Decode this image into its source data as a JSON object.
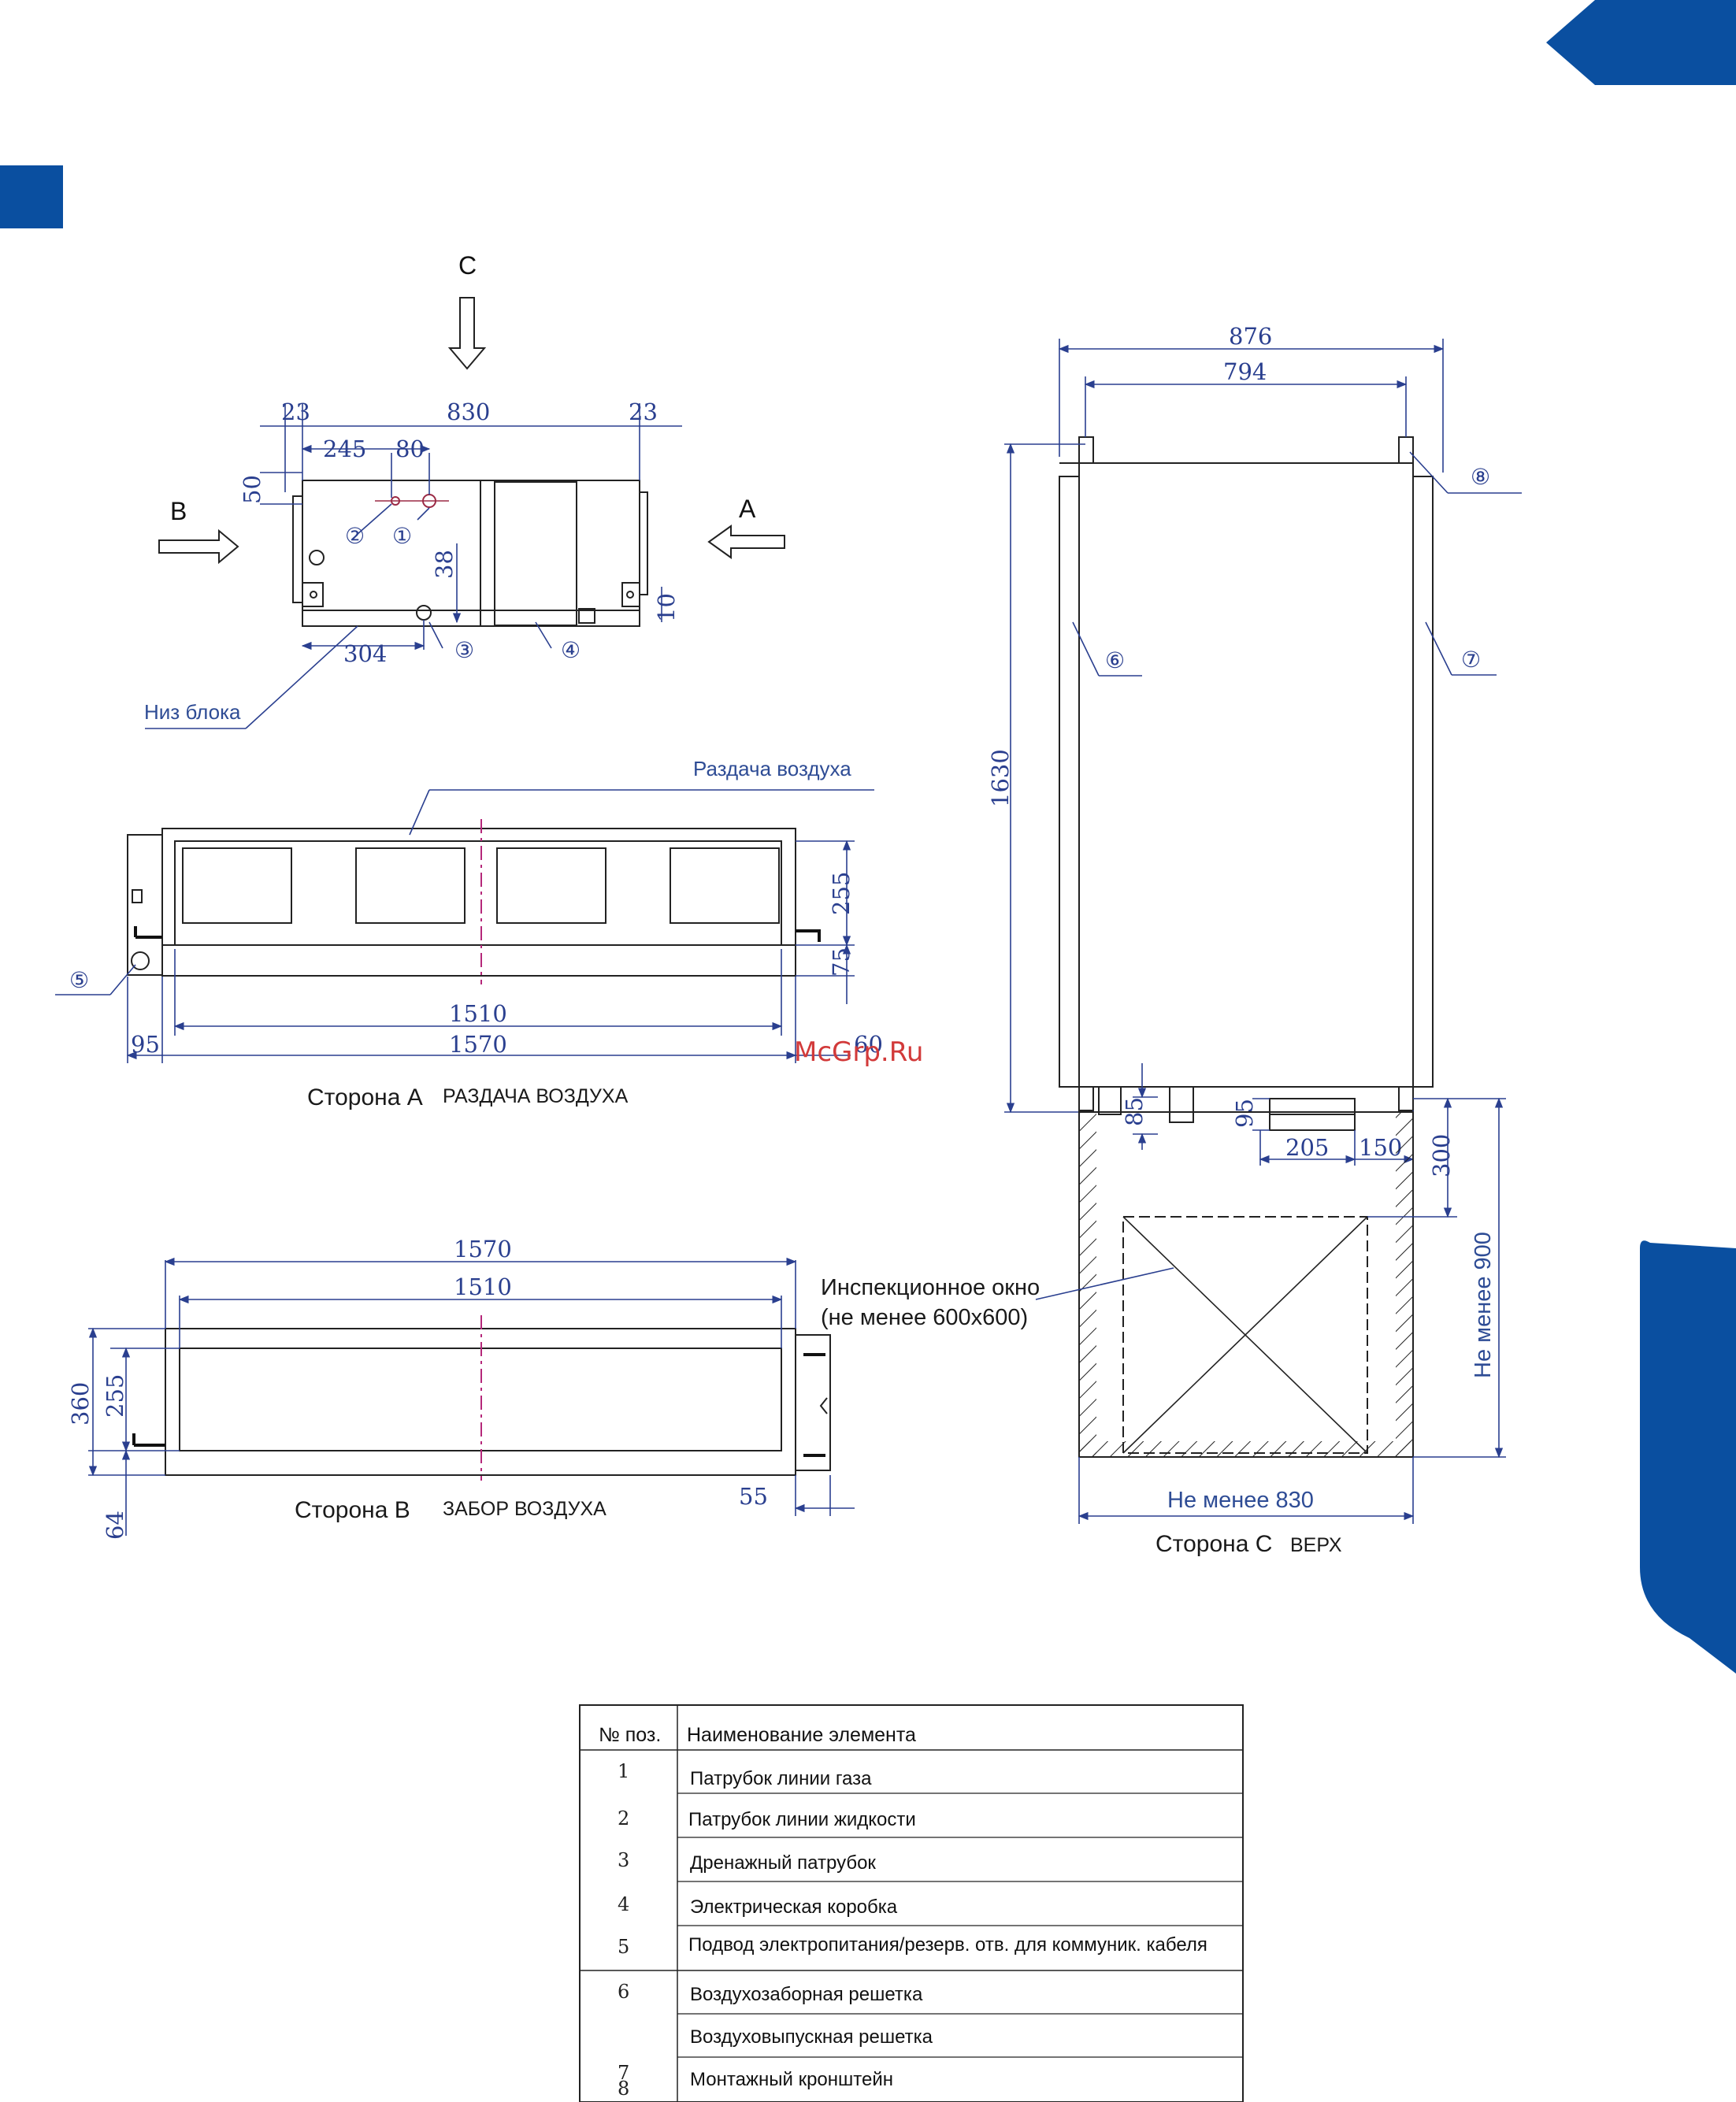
{
  "colors": {
    "accent": "#0a4fa0",
    "dimension": "#2a3f8f",
    "line": "#222222",
    "watermark": "#d23a3a"
  },
  "view_letters": {
    "c": "C",
    "b": "B",
    "a": "A"
  },
  "watermark": "McGrp.Ru",
  "top_view": {
    "dims": {
      "d23_left": "23",
      "d830": "830",
      "d23_right": "23",
      "d245": "245",
      "d80": "80",
      "d50": "50",
      "d38": "38",
      "d10": "10",
      "d304": "304"
    },
    "callouts": {
      "c1": "①",
      "c2": "②",
      "c3": "③",
      "c4": "④"
    },
    "bottom_label": "Низ блока"
  },
  "side_a": {
    "air_label": "Раздача воздуха",
    "dims": {
      "d255": "255",
      "d75": "75",
      "d1510": "1510",
      "d1570": "1570",
      "d95": "95",
      "d60": "60"
    },
    "callout5": "⑤",
    "caption": "Сторона А",
    "caption_sub": "РАЗДАЧА ВОЗДУХА"
  },
  "side_b": {
    "dims": {
      "d1570": "1570",
      "d1510": "1510",
      "d360": "360",
      "d255": "255",
      "d64": "64",
      "d55": "55"
    },
    "inspection_line1": "Инспекционное окно",
    "inspection_line2": "(не менее 600х600)",
    "caption": "Сторона В",
    "caption_sub": "ЗАБОР ВОЗДУХА"
  },
  "side_c": {
    "dims": {
      "d876": "876",
      "d794": "794",
      "d1630": "1630",
      "d85": "85",
      "d95": "95",
      "d205": "205",
      "d150": "150",
      "d300": "300",
      "min900": "Не менее 900",
      "min830": "Не менее 830"
    },
    "callouts": {
      "c6": "⑥",
      "c7": "⑦",
      "c8": "⑧"
    },
    "caption": "Сторона С",
    "caption_sub": "ВЕРХ"
  },
  "table": {
    "headers": {
      "pos": "№ поз.",
      "name": "Наименование элемента"
    },
    "rows": [
      {
        "n": "1",
        "name": "Патрубок  линии газа"
      },
      {
        "n": "2",
        "name": "Патрубок  линии жидкости"
      },
      {
        "n": "3",
        "name": "Дренажный патрубок"
      },
      {
        "n": "4",
        "name": "Электрическая коробка"
      },
      {
        "n": "5",
        "name": "Подвод электропитания/резерв. отв. для коммуник. кабеля"
      },
      {
        "n": "6",
        "name": "Воздухозаборная решетка"
      },
      {
        "n": "7",
        "name": "Воздуховыпускная решетка"
      },
      {
        "n": "8",
        "name": "Монтажный кронштейн"
      }
    ]
  }
}
